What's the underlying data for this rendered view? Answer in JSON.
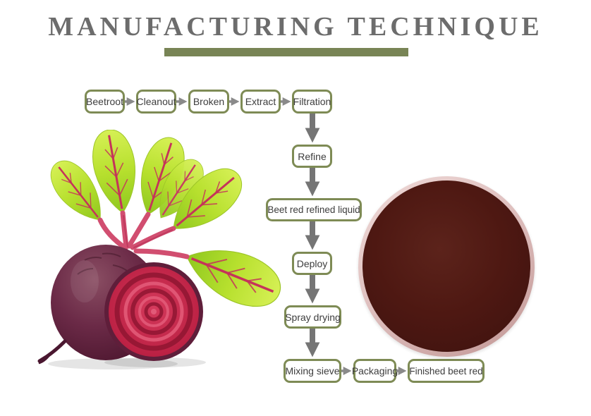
{
  "header": {
    "title": "MANUFACTURING TECHNIQUE",
    "title_color": "#6c6c6c",
    "underline_color": "#788455"
  },
  "flowchart": {
    "box_border_color": "#7e8b55",
    "box_fill_color": "#ffffff",
    "text_color": "#3d3d3d",
    "horizontal_arrow_color": "#8a8a8a",
    "vertical_arrow_color": "#757575",
    "nodes": [
      {
        "id": "beetroot",
        "label": "Beetroot"
      },
      {
        "id": "cleanout",
        "label": "Cleanout"
      },
      {
        "id": "broken",
        "label": "Broken"
      },
      {
        "id": "extract",
        "label": "Extract"
      },
      {
        "id": "filtration",
        "label": "Filtration"
      },
      {
        "id": "refine",
        "label": "Refine"
      },
      {
        "id": "beet-red-refined-liquid",
        "label": "Beet red refined liquid"
      },
      {
        "id": "deploy",
        "label": "Deploy"
      },
      {
        "id": "spray-drying",
        "label": "Spray drying"
      },
      {
        "id": "mixing-sieve",
        "label": "Mixing sieve"
      },
      {
        "id": "packaging",
        "label": "Packaging"
      },
      {
        "id": "finished-beet-red",
        "label": "Finished beet red"
      }
    ],
    "flow_order": [
      "Beetroot",
      "Cleanout",
      "Broken",
      "Extract",
      "Filtration",
      "Refine",
      "Beet red refined liquid",
      "Deploy",
      "Spray drying",
      "Mixing sieve",
      "Packaging",
      "Finished beet red"
    ]
  },
  "illustrations": {
    "beetroot_photo_name": "beetroot-with-leaves-and-cut-half",
    "bowl_photo_name": "bowl-of-beet-red-extract",
    "bowl_liquid_color": "#4a1711",
    "bowl_rim_color": "#dfc0bf",
    "beet_skin_color": "#5c1f3a",
    "beet_cut_color": "#c22344",
    "leaf_color": "#b7e02e",
    "leaf_vein_color": "#c5335a"
  }
}
